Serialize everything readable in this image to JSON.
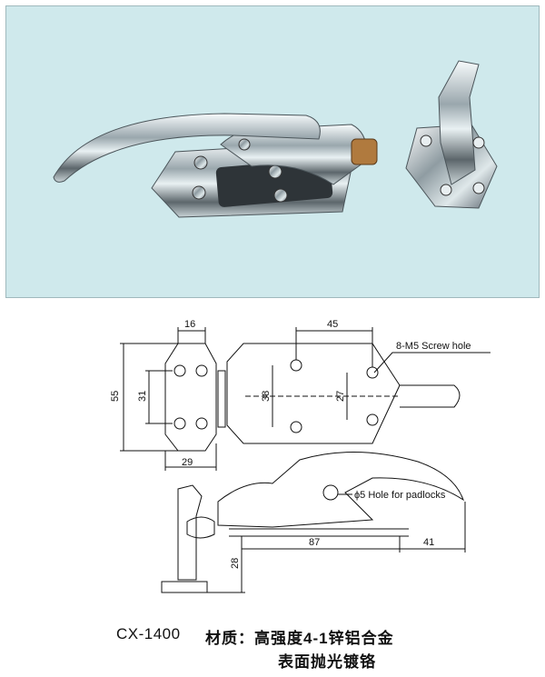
{
  "photo": {
    "background": "#cfe9ec",
    "subjects": [
      "latch-handle-photo",
      "strike-catch-photo"
    ]
  },
  "drawing": {
    "top_view": {
      "dim_width_top": "16",
      "dim_height_outer": "55",
      "dim_height_inner": "31",
      "dim_width_bottom": "29",
      "dim_length_top": "45",
      "dim_hole_spacing_a": "38",
      "dim_hole_spacing_b": "27",
      "screw_hole_note": "8-M5 Screw hole"
    },
    "side_view": {
      "padlock_note": "ϕ5 Hole for padlocks",
      "dim_length_base": "87",
      "dim_length_handle": "41",
      "dim_height": "28"
    }
  },
  "caption": {
    "model": "CX-1400",
    "material": "材质：高强度4-1锌铝合金",
    "finish": "表面抛光镀铬"
  }
}
